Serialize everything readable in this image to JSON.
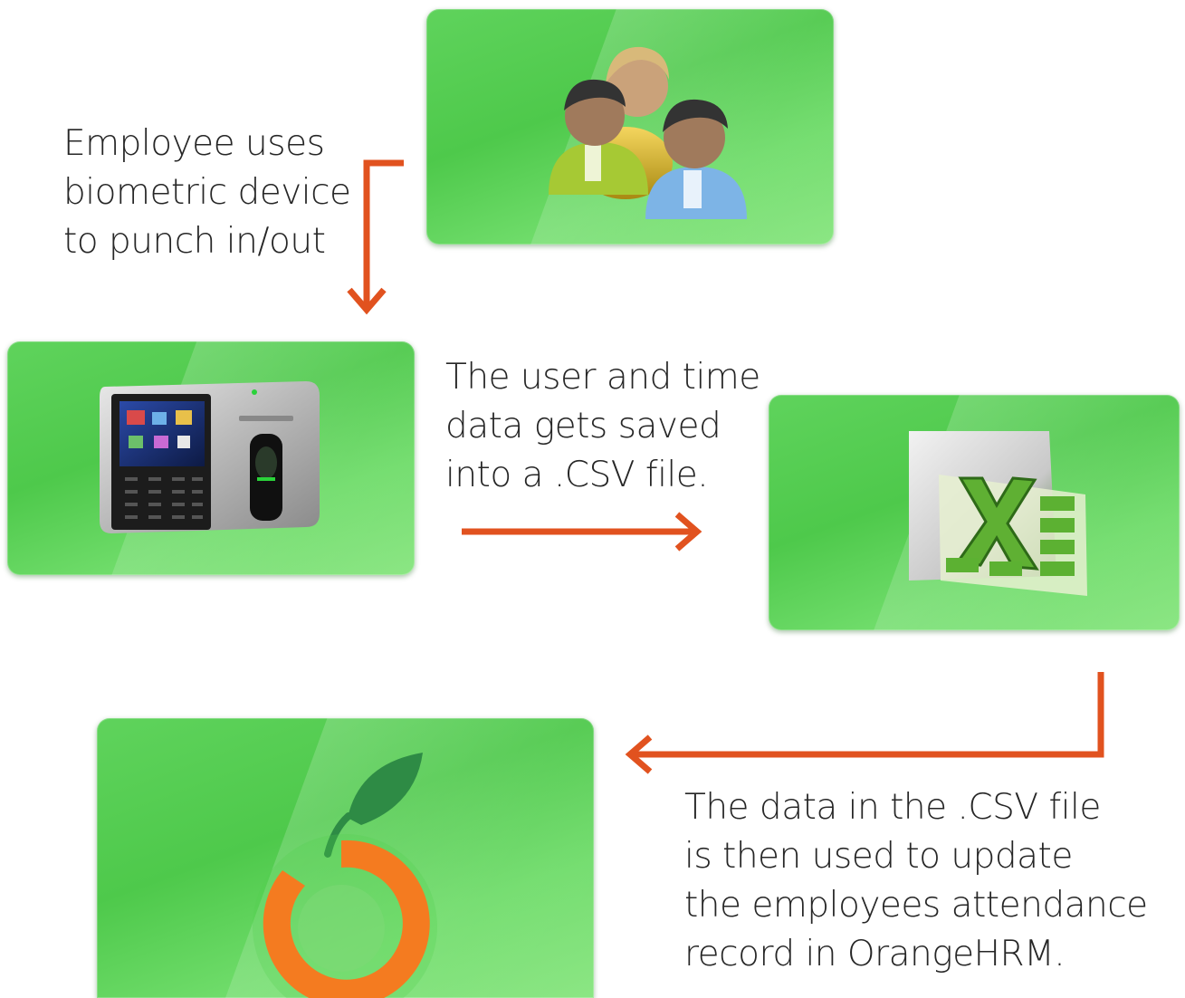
{
  "steps": {
    "step1": {
      "lines": [
        "Employee uses",
        "biometric device",
        "to punch in/out"
      ]
    },
    "step2": {
      "lines": [
        "The user and time",
        "data gets saved",
        "into a .CSV file."
      ]
    },
    "step3": {
      "lines": [
        "The data in the .CSV file",
        "is then used to update",
        "the employees attendance",
        "record in OrangeHRM."
      ]
    }
  },
  "colors": {
    "card_green": "#4ec94b",
    "arrow": "#e1521f",
    "text": "#262626"
  },
  "icons": {
    "card1": "people-group-icon",
    "card2": "biometric-device-icon",
    "card3": "spreadsheet-icon",
    "card4": "orangehrm-logo-icon"
  }
}
